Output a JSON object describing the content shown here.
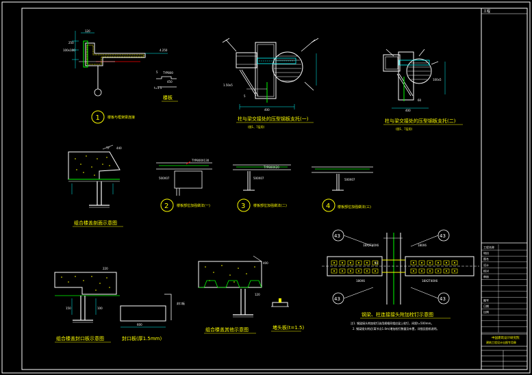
{
  "colors": {
    "background": "#000000",
    "border": "#ffffff",
    "steel": "#ffffff",
    "weld": "#00ff00",
    "concrete": "#ffff00",
    "rebar": "#ff0000",
    "dimension": "#00ffff",
    "label": "#ffff00",
    "circle": "#ffff00"
  },
  "title_block_top": "工程",
  "details": {
    "d1": {
      "number": "1",
      "caption": "楼板与框架梁连接",
      "dims": [
        "120",
        "250",
        "100x100",
        "4.250"
      ],
      "note_label": "5",
      "note_dims": [
        "TYP800",
        "450"
      ],
      "note_caption": "楼板",
      "note_value": "t=1.5"
    },
    "d_col1": {
      "caption": "柱与梁交接处的压型钢板支托(一)",
      "subcaption": "(图1、7层用)",
      "dims": [
        "1.50x5",
        "5",
        "400"
      ]
    },
    "d_col2": {
      "caption": "柱与梁交接处的压型钢板支托(二)",
      "subcaption": "(图1、7层用)",
      "dims": [
        "400",
        "100x5",
        "60"
      ]
    },
    "d_composite": {
      "caption": "组合楼盖剖面示意图",
      "dims": [
        "TY",
        "440"
      ]
    },
    "d2": {
      "number": "2",
      "caption": "楼板部位加强做法(一)",
      "dims": [
        "TYP800X130",
        "500X07"
      ]
    },
    "d3": {
      "number": "3",
      "caption": "楼板部位加强做法(二)",
      "dims": [
        "TYP800X20",
        "500X07"
      ]
    },
    "d4": {
      "number": "4",
      "caption": "楼板部位加强做法(三)",
      "dims": [
        "500X07"
      ]
    },
    "d_edge": {
      "caption": "组合楼盖封口板示意图",
      "dims": [
        "220",
        "150",
        "100"
      ],
      "closure_label": "封口板",
      "closure_dims": [
        "600"
      ],
      "closure_caption": "封口板(厚1.5mm)"
    },
    "d_composite2": {
      "caption": "组合楼盖其他示意图",
      "dims": [
        "400",
        "120"
      ]
    },
    "d_trim": {
      "caption": "堵头板(t=1.5)"
    },
    "d_joint": {
      "caption": "钢梁、柱连接接头附加栓钉示意图",
      "callout": "43",
      "dims": [
        "18X2T40X6",
        "180X6",
        "50"
      ],
      "notes": [
        "注1. 钢梁接头附加栓钉选用规格同相应梁上栓钉，间距t=500mm。",
        "2. 钢梁接头附近(离节点1.0m)增加栓钉数量及布置，详细见图纸说明。"
      ]
    }
  },
  "title_block_rows": [
    "工程名称",
    "项目",
    "图名",
    "设计",
    "校对",
    "审核",
    "",
    "",
    "",
    "图号",
    "日期",
    "比例",
    "",
    "",
    ""
  ],
  "title_block_company": "中国建筑设计研究院",
  "title_block_subtitle": "建筑工程设计出图专用章"
}
